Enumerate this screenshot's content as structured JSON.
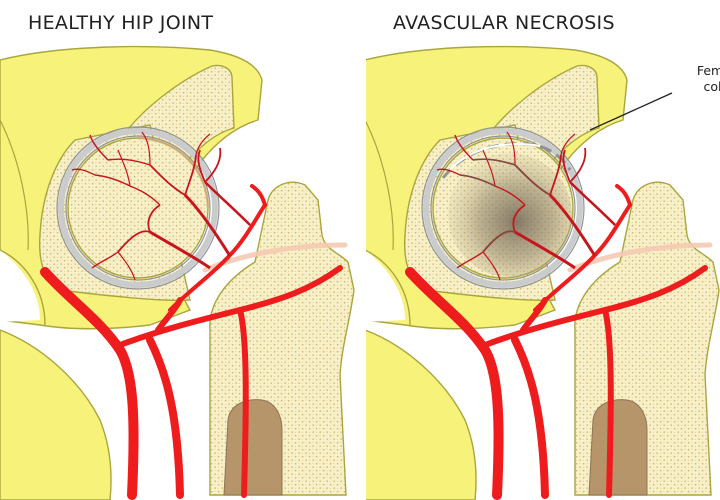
{
  "titles": {
    "left": "HEALTHY HIP JOINT",
    "right": "AVASCULAR NECROSIS"
  },
  "callout": {
    "line1": "Femoral",
    "line2": "collap"
  },
  "colors": {
    "pelvis": "#f6f27a",
    "bone": "#f7f0c8",
    "bone_dots": "#d2b871",
    "outline": "#a9a63e",
    "artery": "#ee1c1c",
    "capillary": "#c8141d",
    "marrow": "#b6956b",
    "cartilage": "#c9cbcc",
    "necrotic": "#6f6354"
  }
}
